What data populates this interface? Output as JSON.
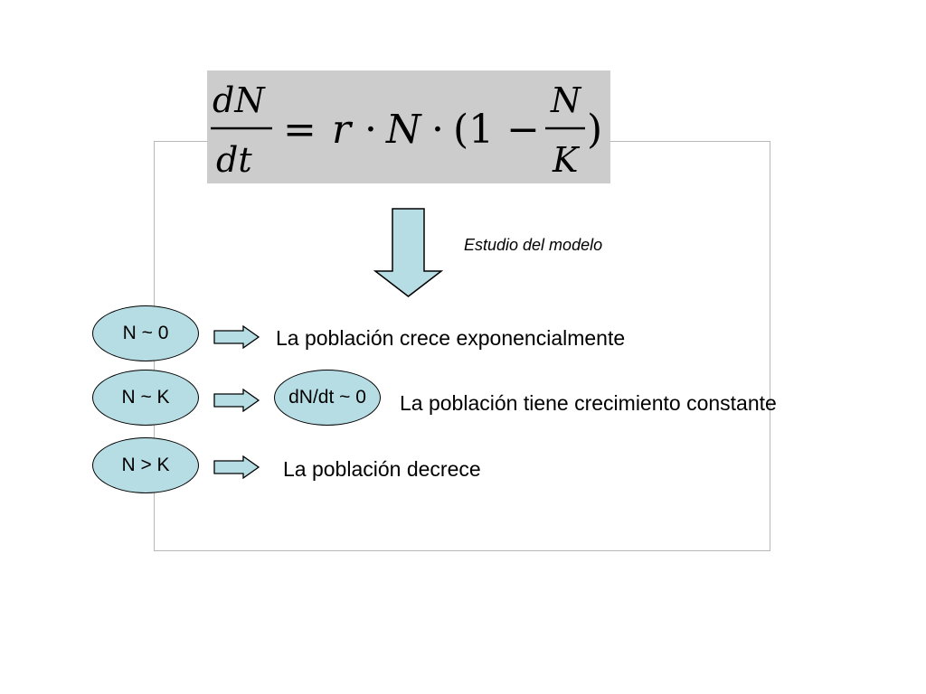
{
  "frame": {
    "caption": ""
  },
  "formula": {
    "lhs_numerator": "dN",
    "lhs_denominator": "dt",
    "equals": "=",
    "r": "r",
    "dot": "·",
    "N": "N",
    "open_paren": "(1 −",
    "frac_numerator": "N",
    "frac_denominator": "K",
    "close_paren": ")"
  },
  "study_label": "Estudio del modelo",
  "rows": [
    {
      "condition": "N ~ 0",
      "result": "La población crece exponencialmente"
    },
    {
      "condition": "N ~ K",
      "intermediate": "dN/dt ~ 0",
      "result": "La población tiene crecimiento constante"
    },
    {
      "condition": "N > K",
      "result": "La población decrece"
    }
  ],
  "colors": {
    "shape_fill": "#b7dde4",
    "formula_background": "#cccccc",
    "frame_border": "#b8b8b8"
  }
}
